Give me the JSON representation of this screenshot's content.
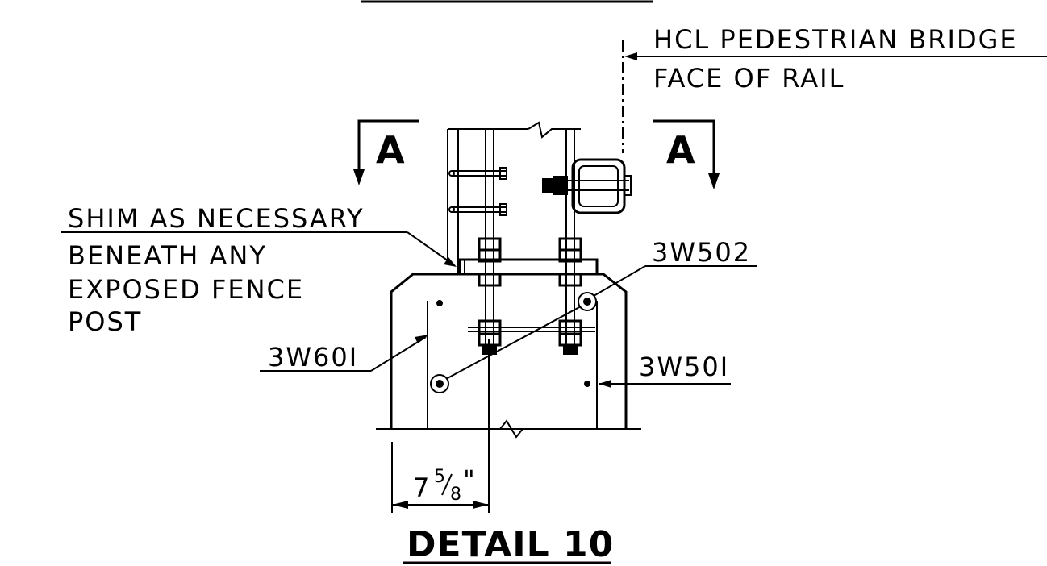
{
  "labels": {
    "bridge_line1": "HCL PEDESTRIAN BRIDGE",
    "bridge_line2": "FACE OF RAIL",
    "shim_line1": "SHIM AS NECESSARY",
    "shim_line2": "BENEATH ANY",
    "shim_line3": "EXPOSED FENCE",
    "shim_line4": "POST",
    "bar_3w601": "3W60I",
    "bar_3w502": "3W502",
    "bar_3w501": "3W50I",
    "section_left": "A",
    "section_right": "A",
    "dim_whole": "7",
    "dim_num": "5",
    "dim_den": "8",
    "dim_unit": "\"",
    "detail_title": "DETAIL 10"
  }
}
